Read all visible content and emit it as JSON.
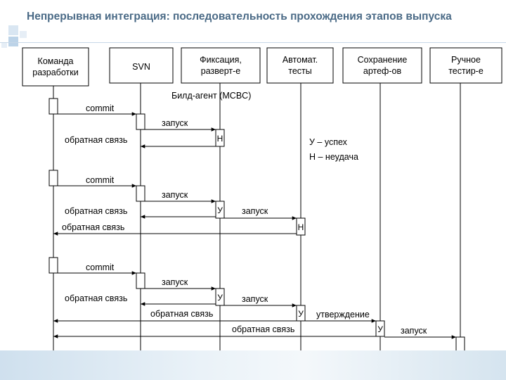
{
  "title": "Непрерывная интеграция: последовательность прохождения этапов выпуска",
  "participants": [
    {
      "line1": "Команда",
      "line2": "разработки"
    },
    {
      "line1": "SVN",
      "line2": ""
    },
    {
      "line1": "Фиксация,",
      "line2": "разверт-е"
    },
    {
      "line1": "Автомат.",
      "line2": "тесты"
    },
    {
      "line1": "Сохранение",
      "line2": "артеф-ов"
    },
    {
      "line1": "Ручное",
      "line2": "тестир-е"
    }
  ],
  "build_agent_label": "Билд-агент (MCBC)",
  "legend": {
    "success": "У – успех",
    "failure": "Н – неудача"
  },
  "messages": {
    "commit": "commit",
    "launch": "запуск",
    "feedback": "обратная связь",
    "approval": "утверждение"
  },
  "markers": {
    "success": "У",
    "failure": "Н"
  }
}
